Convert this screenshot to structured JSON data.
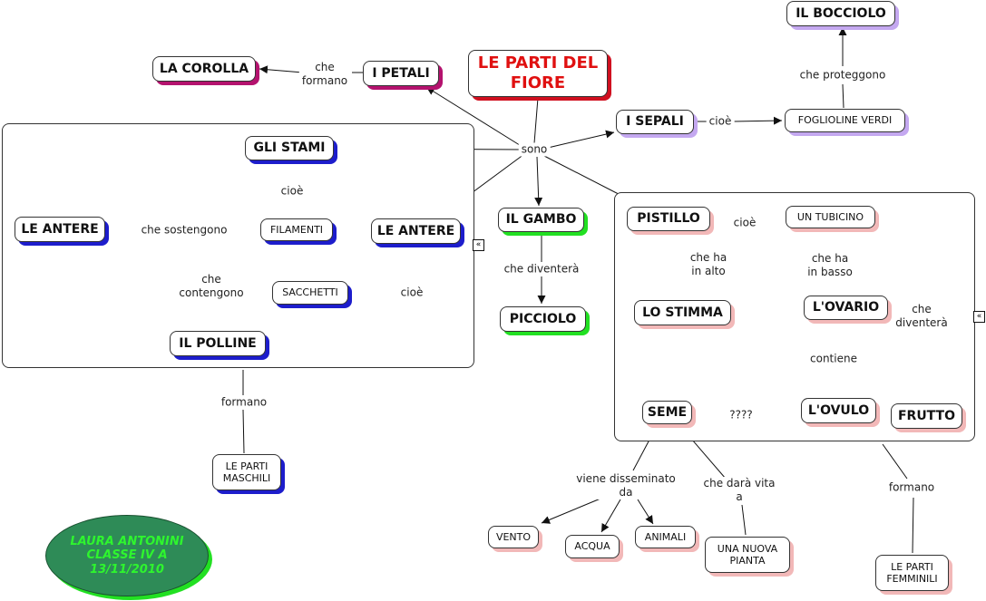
{
  "title": "LE PARTI DEL FIORE",
  "nodes": {
    "corolla": "LA COROLLA",
    "petali": "I PETALI",
    "stami": "GLI STAMI",
    "antere_left": "LE ANTERE",
    "filamenti": "FILAMENTI",
    "antere_right": "LE ANTERE",
    "sacchetti": "SACCHETTI",
    "polline": "IL POLLINE",
    "parti_maschili": "LE PARTI\nMASCHILI",
    "bocciolo": "IL BOCCIOLO",
    "sepali": "I SEPALI",
    "foglioline": "FOGLIOLINE VERDI",
    "gambo": "IL GAMBO",
    "picciolo": "PICCIOLO",
    "pistillo": "PISTILLO",
    "tubicino": "UN TUBICINO",
    "stimma": "LO STIMMA",
    "ovario": "L'OVARIO",
    "ovulo": "L'OVULO",
    "seme": "SEME",
    "frutto": "FRUTTO",
    "vento": "VENTO",
    "acqua": "ACQUA",
    "animali": "ANIMALI",
    "nuova_pianta": "UNA NUOVA\nPIANTA",
    "parti_femminili": "LE PARTI\nFEMMINILI"
  },
  "labels": {
    "sono": "sono",
    "che_formano": "che\nformano",
    "che_proteggono": "che proteggono",
    "cioe_sepali": "cioè",
    "cioe_stami": "cioè",
    "che_sostengono": "che sostengono",
    "cioe_antere": "cioè",
    "che_contengono": "che\ncontengono",
    "formano_maschili": "formano",
    "che_diventera_gambo": "che diventerà",
    "cioe_pistillo": "cioè",
    "che_ha_in_alto": "che ha\nin alto",
    "che_ha_in_basso": "che ha\nin basso",
    "che_diventera_frutto": "che\ndiventerà",
    "contiene": "contiene",
    "question": "????",
    "viene_disseminato": "viene disseminato\nda",
    "che_dara_vita": "che darà vita\na",
    "formano_femminili": "formano"
  },
  "author_box": "LAURA ANTONINI\nCLASSE IV A\n13/11/2010",
  "collapse_icon_glyph": "«",
  "colors": {
    "title_text": "#e01010",
    "shadow_blue": "#1d1dcc",
    "shadow_purple": "#b4126e",
    "shadow_lavender": "#c4a8f0",
    "shadow_green": "#22e022",
    "shadow_red": "#d01020",
    "shadow_pink": "#f2b8b8",
    "ellipse_fill": "#2e8b57",
    "ellipse_text": "#2ef52e"
  }
}
